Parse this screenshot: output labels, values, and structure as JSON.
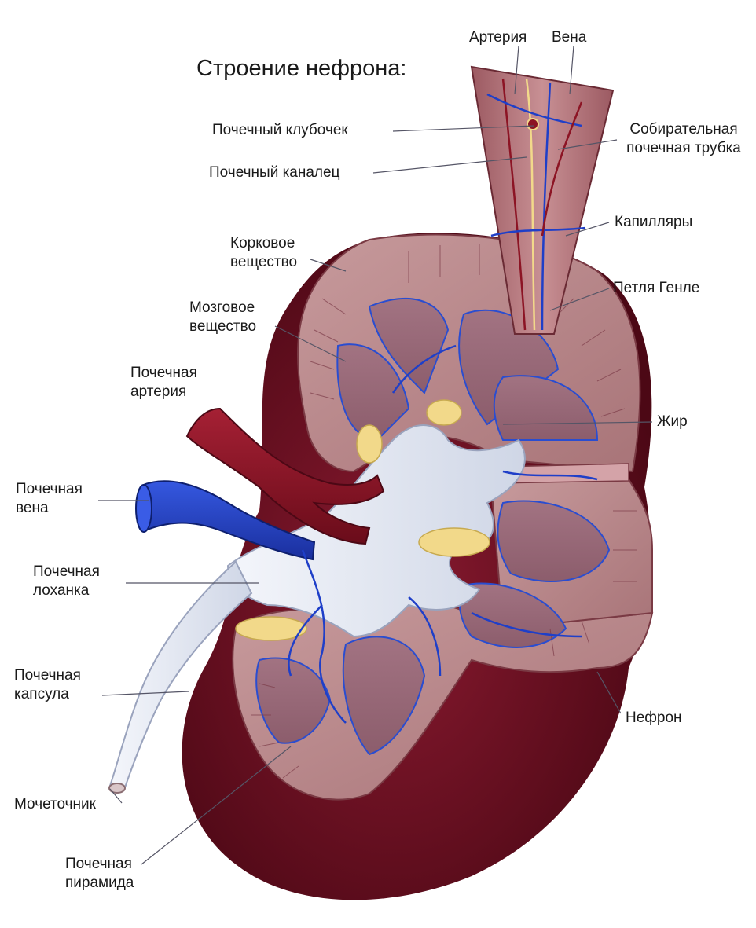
{
  "title": "Строение нефрона:",
  "labels": {
    "artery": "Артерия",
    "vein": "Вена",
    "glomerulus": "Почечный клубочек",
    "tubule": "Почечный каналец",
    "collecting_duct": [
      "Собирательная",
      "почечная трубка"
    ],
    "capillaries": "Капилляры",
    "loop_of_henle": "Петля Генле",
    "cortex": [
      "Корковое",
      "вещество"
    ],
    "medulla": [
      "Мозговое",
      "вещество"
    ],
    "renal_artery": [
      "Почечная",
      "артерия"
    ],
    "fat": "Жир",
    "renal_vein": [
      "Почечная",
      "вена"
    ],
    "renal_pelvis": [
      "Почечная",
      "лоханка"
    ],
    "renal_capsule": [
      "Почечная",
      "капсула"
    ],
    "nephron": "Нефрон",
    "ureter": "Мочеточник",
    "renal_pyramid": [
      "Почечная",
      "пирамида"
    ]
  },
  "colors": {
    "kidney_outer": "#6e0f22",
    "cortex": "#b98488",
    "medulla": "#9b6a78",
    "pelvis": "#e8ecf4",
    "artery": "#8c1424",
    "vein": "#1f3fc8",
    "fat": "#f2d98a",
    "leader_line": "#555566"
  }
}
